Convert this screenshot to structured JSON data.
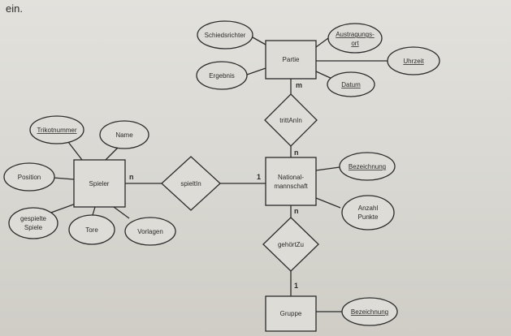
{
  "intro_text": "ein.",
  "entities": {
    "partie": "Partie",
    "spieler": "Spieler",
    "nationalmannschaft_line1": "National-",
    "nationalmannschaft_line2": "mannschaft",
    "gruppe": "Gruppe"
  },
  "relationships": {
    "tritt_an_in": "trittAnIn",
    "spielt_in": "spieltIn",
    "gehoert_zu": "gehörtZu"
  },
  "attributes": {
    "schiedsrichter": "Schiedsrichter",
    "austragungsort_line1": "Austragungs-",
    "austragungsort_line2": "ort",
    "uhrzeit": "Uhrzeit",
    "ergebnis": "Ergebnis",
    "datum": "Datum",
    "trikotnummer": "Trikotnummer",
    "name": "Name",
    "position": "Position",
    "gespielte_spiele_line1": "gespielte",
    "gespielte_spiele_line2": "Spiele",
    "tore": "Tore",
    "vorlagen": "Vorlagen",
    "nm_bezeichnung": "Bezeichnung",
    "anzahl_punkte_line1": "Anzahl",
    "anzahl_punkte_line2": "Punkte",
    "gruppe_bezeichnung": "Bezeichnung"
  },
  "cardinalities": {
    "partie_trittanin": "m",
    "nm_trittanin": "n",
    "spieler_spieltin": "n",
    "nm_spieltin": "1",
    "nm_gehoertzu": "n",
    "gruppe_gehoertzu": "1"
  }
}
